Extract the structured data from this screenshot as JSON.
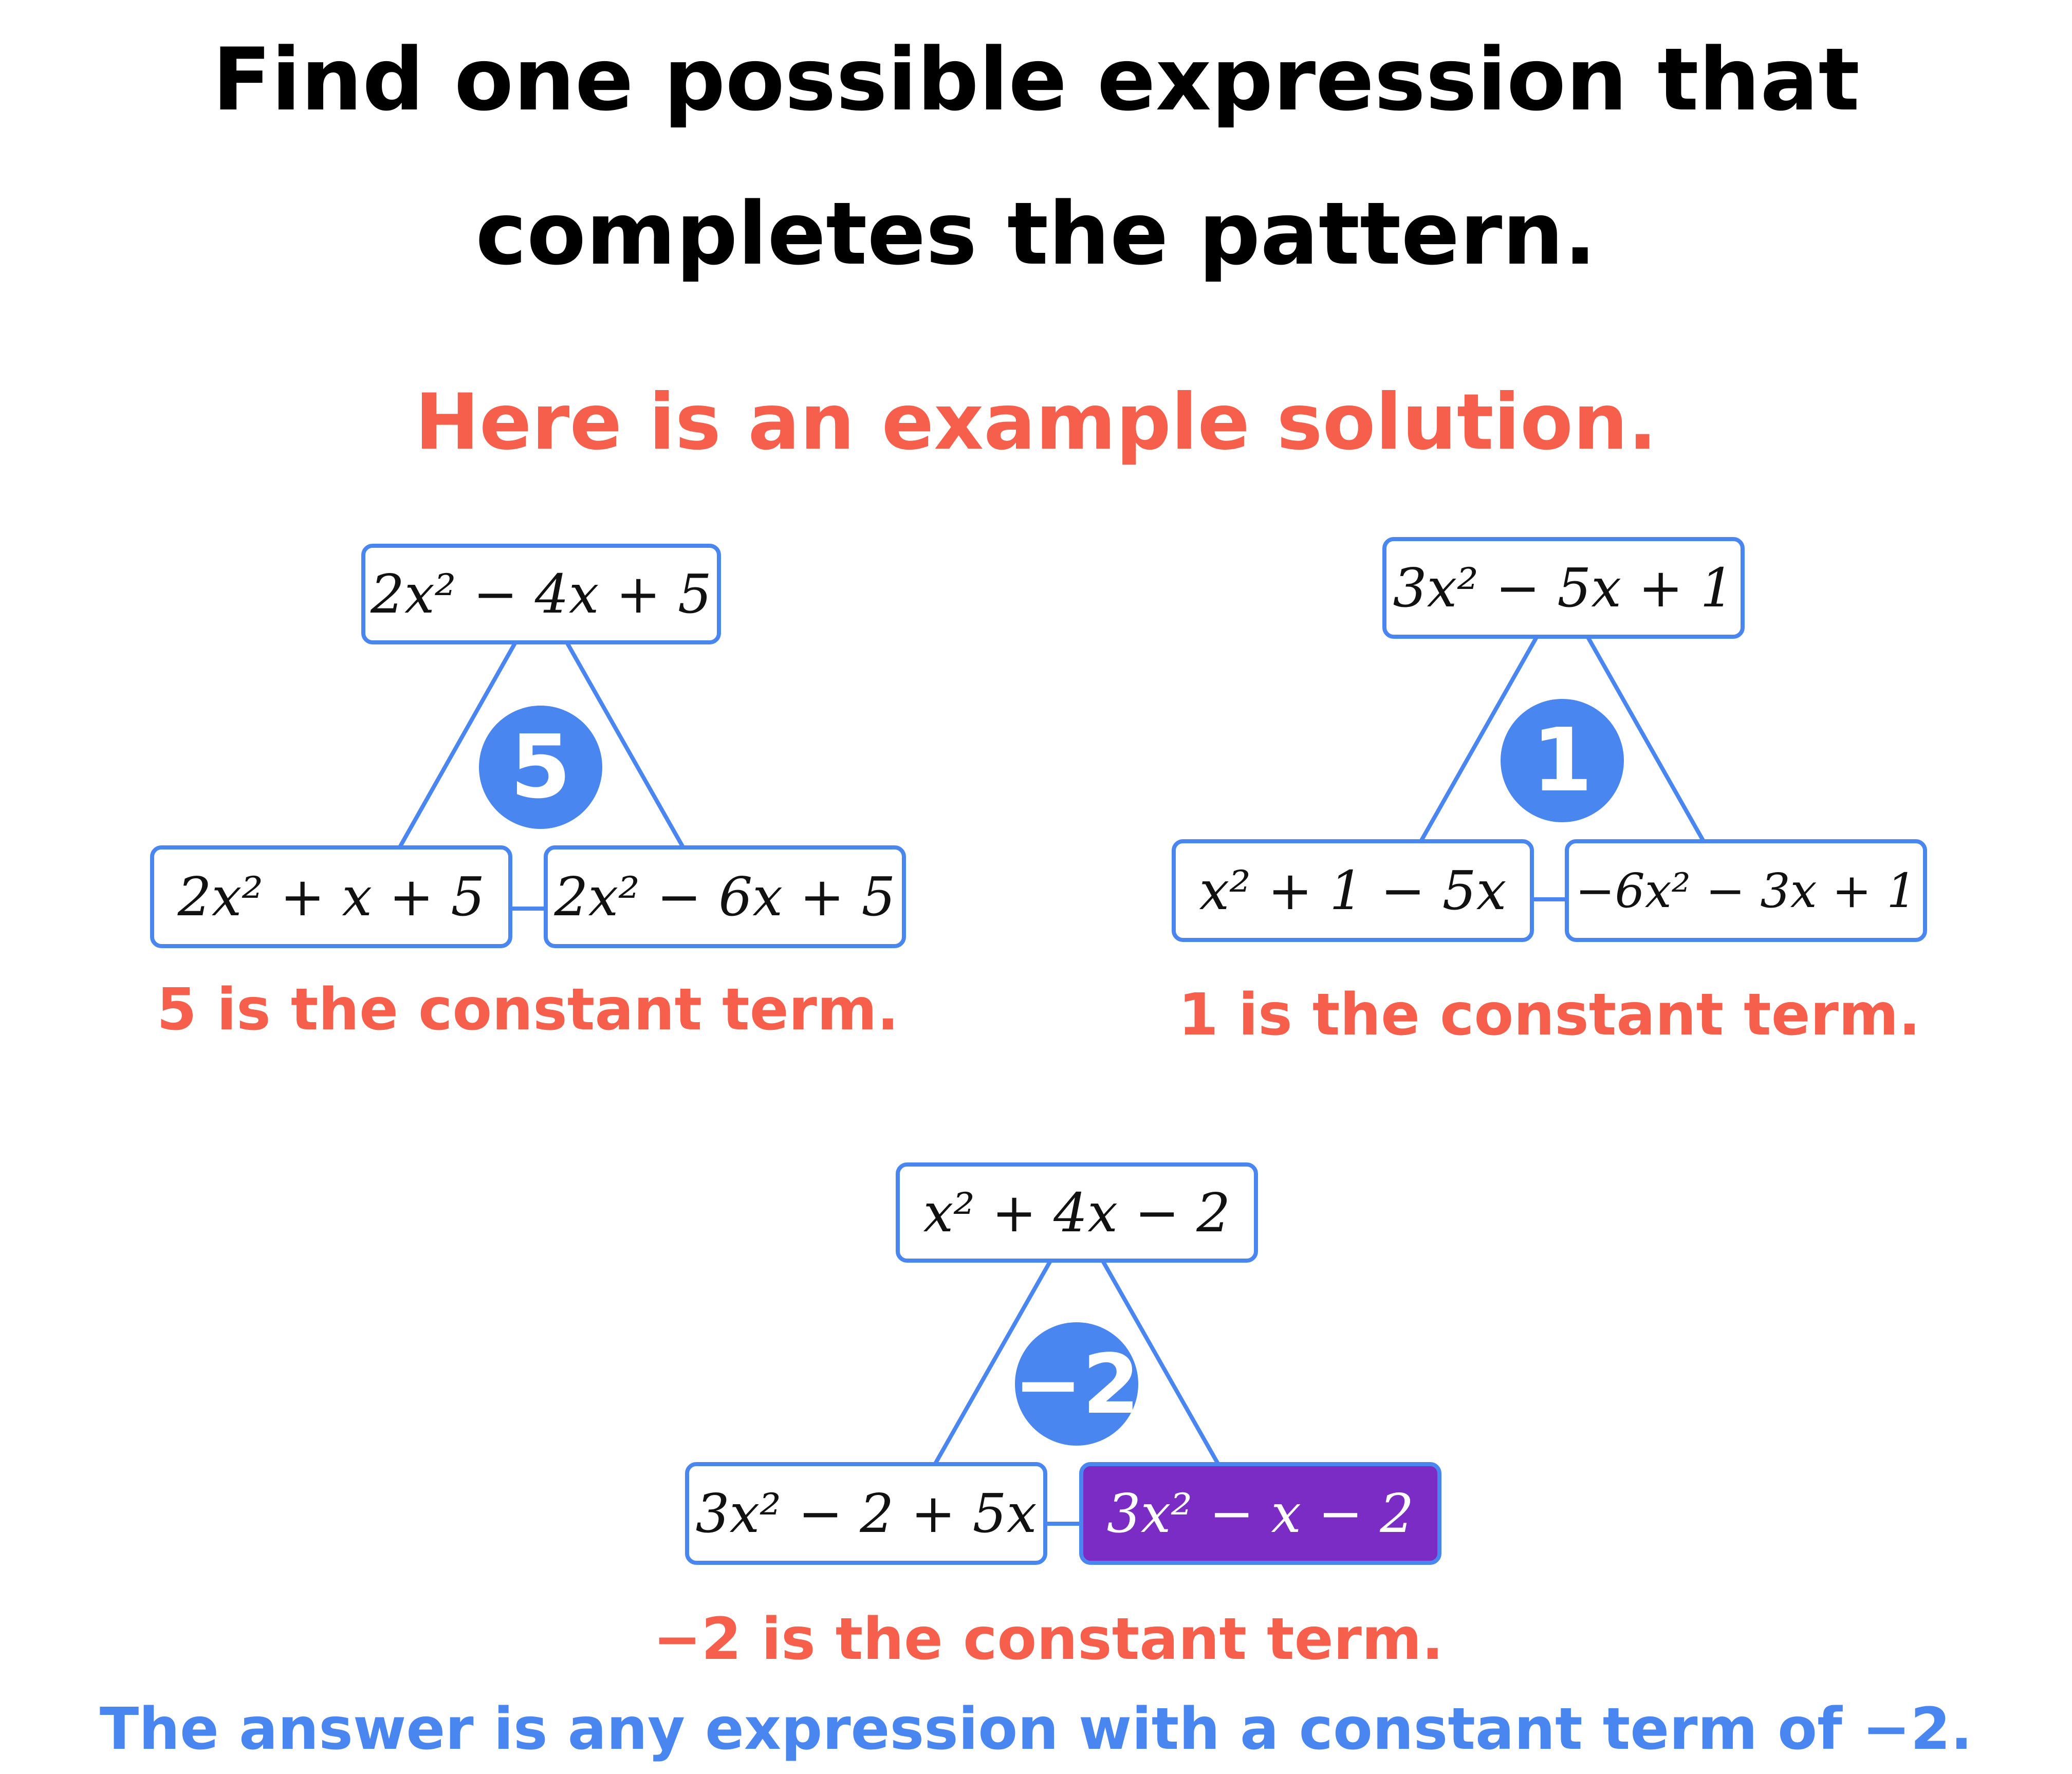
{
  "title_line1": "Find one possible expression that",
  "title_line2": "completes the pattern.",
  "subtitle": "Here is an example solution.",
  "colors": {
    "accent_blue": "#4a86f0",
    "accent_red": "#f55f4b",
    "highlight_purple": "#7b2cc4"
  },
  "triangles": [
    {
      "top": "2x² − 4x + 5",
      "center": "5",
      "left": "2x² + x + 5",
      "right": "2x² − 6x + 5",
      "caption": "5 is the constant term."
    },
    {
      "top": "3x² − 5x + 1",
      "center": "1",
      "left": "x² + 1 − 5x",
      "right": "−6x² − 3x + 1",
      "caption": "1 is the constant term."
    },
    {
      "top": "x² + 4x − 2",
      "center": "−2",
      "left": "3x² − 2 + 5x",
      "right": "3x² − x − 2",
      "caption": "−2 is the constant term."
    }
  ],
  "answer": "The answer is any expression with a constant term of −2."
}
